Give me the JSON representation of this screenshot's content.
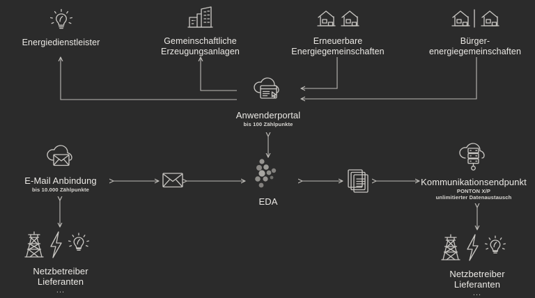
{
  "diagram": {
    "background_color": "#2b2b2b",
    "line_color": "#bdbbb7",
    "text_color": "#eceae6",
    "nodes": {
      "energiedienstleister": {
        "title": "Energiedienstleister",
        "icon": "lightbulb-icon"
      },
      "gemeinschaftliche": {
        "title": "Gemeinschaftliche\nErzeugungsanlagen",
        "icon": "buildings-icon"
      },
      "erneuerbare": {
        "title": "Erneuerbare\nEnergiegemeinschaften",
        "icon": "two-houses-icon"
      },
      "buerger": {
        "title": "Bürger-\nenergiegemeinschaften",
        "icon": "two-houses-divided-icon"
      },
      "anwenderportal": {
        "title": "Anwenderportal",
        "subtitle": "bis 100 Zählpunkte",
        "icon": "cloud-browser-icon"
      },
      "email_anbindung": {
        "title": "E-Mail Anbindung",
        "subtitle": "bis 10.000 Zählpunkte",
        "icon": "cloud-mail-icon"
      },
      "eda": {
        "title": "EDA",
        "icon": "eda-dots-icon"
      },
      "kommunikationsendpunkt": {
        "title": "Kommunikationsendpunkt",
        "subtitle": "PONTON X/P\nunlimitierter Datenaustausch",
        "icon": "cloud-server-icon"
      },
      "netzbetreiber_left": {
        "title": "Netzbetreiber\nLieferanten",
        "ellipsis": "...",
        "icon": "grid-power-icons"
      },
      "netzbetreiber_right": {
        "title": "Netzbetreiber\nLieferanten",
        "ellipsis": "...",
        "icon": "grid-power-icons"
      },
      "envelope_mid": {
        "icon": "envelope-icon"
      },
      "documents_mid": {
        "icon": "documents-icon"
      }
    },
    "connectors": [
      {
        "name": "energiedienstleister-to-portal",
        "kind": "elbow-arrow-up"
      },
      {
        "name": "gemeinschaftliche-to-portal",
        "kind": "elbow-arrow-up"
      },
      {
        "name": "portal-to-erneuerbare",
        "kind": "elbow-arrow-up"
      },
      {
        "name": "portal-to-buerger",
        "kind": "elbow-arrow-up"
      },
      {
        "name": "portal-to-eda",
        "kind": "double-arrow-vertical"
      },
      {
        "name": "email-to-envelope",
        "kind": "double-arrow-horizontal"
      },
      {
        "name": "envelope-to-eda",
        "kind": "double-arrow-horizontal"
      },
      {
        "name": "eda-to-documents",
        "kind": "double-arrow-horizontal"
      },
      {
        "name": "documents-to-endpoint",
        "kind": "double-arrow-horizontal"
      },
      {
        "name": "email-to-netzbetreiber-left",
        "kind": "double-arrow-vertical"
      },
      {
        "name": "endpoint-to-netzbetreiber-right",
        "kind": "double-arrow-vertical"
      }
    ]
  }
}
